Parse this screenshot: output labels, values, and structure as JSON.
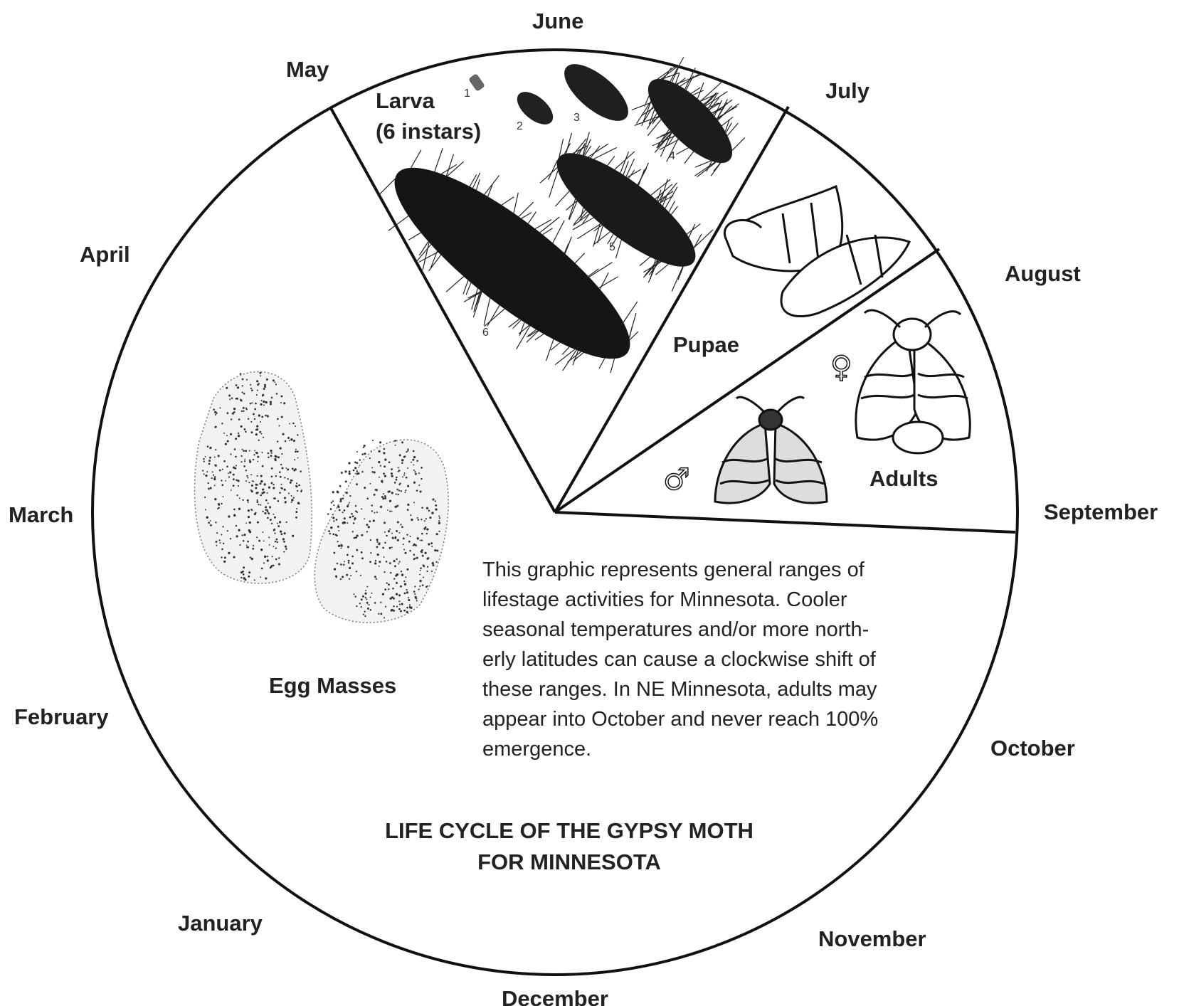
{
  "months": {
    "june": "June",
    "may": "May",
    "july": "July",
    "april": "April",
    "august": "August",
    "march": "March",
    "september": "September",
    "february": "February",
    "october": "October",
    "january": "January",
    "november": "November",
    "december": "December"
  },
  "stages": {
    "larva_line1": "Larva",
    "larva_line2": "(6 instars)",
    "pupae": "Pupae",
    "adults": "Adults",
    "egg_masses": "Egg Masses"
  },
  "instars": [
    "1",
    "2",
    "3",
    "4",
    "5",
    "6"
  ],
  "sex_symbols": {
    "female": "♀",
    "male": "♂"
  },
  "note_lines": [
    "This graphic represents general ranges of",
    "lifestage activities for Minnesota. Cooler",
    "seasonal temperatures and/or more north-",
    "erly latitudes can cause a clockwise shift of",
    "these ranges. In NE Minnesota, adults may",
    "appear into October and never reach 100%",
    "emergence."
  ],
  "title_lines": [
    "LIFE CYCLE OF THE GYPSY MOTH",
    "FOR MINNESOTA"
  ],
  "icons": [
    "larva-illustration",
    "pupa-illustration",
    "female-moth-illustration",
    "male-moth-illustration",
    "egg-mass-illustration"
  ]
}
